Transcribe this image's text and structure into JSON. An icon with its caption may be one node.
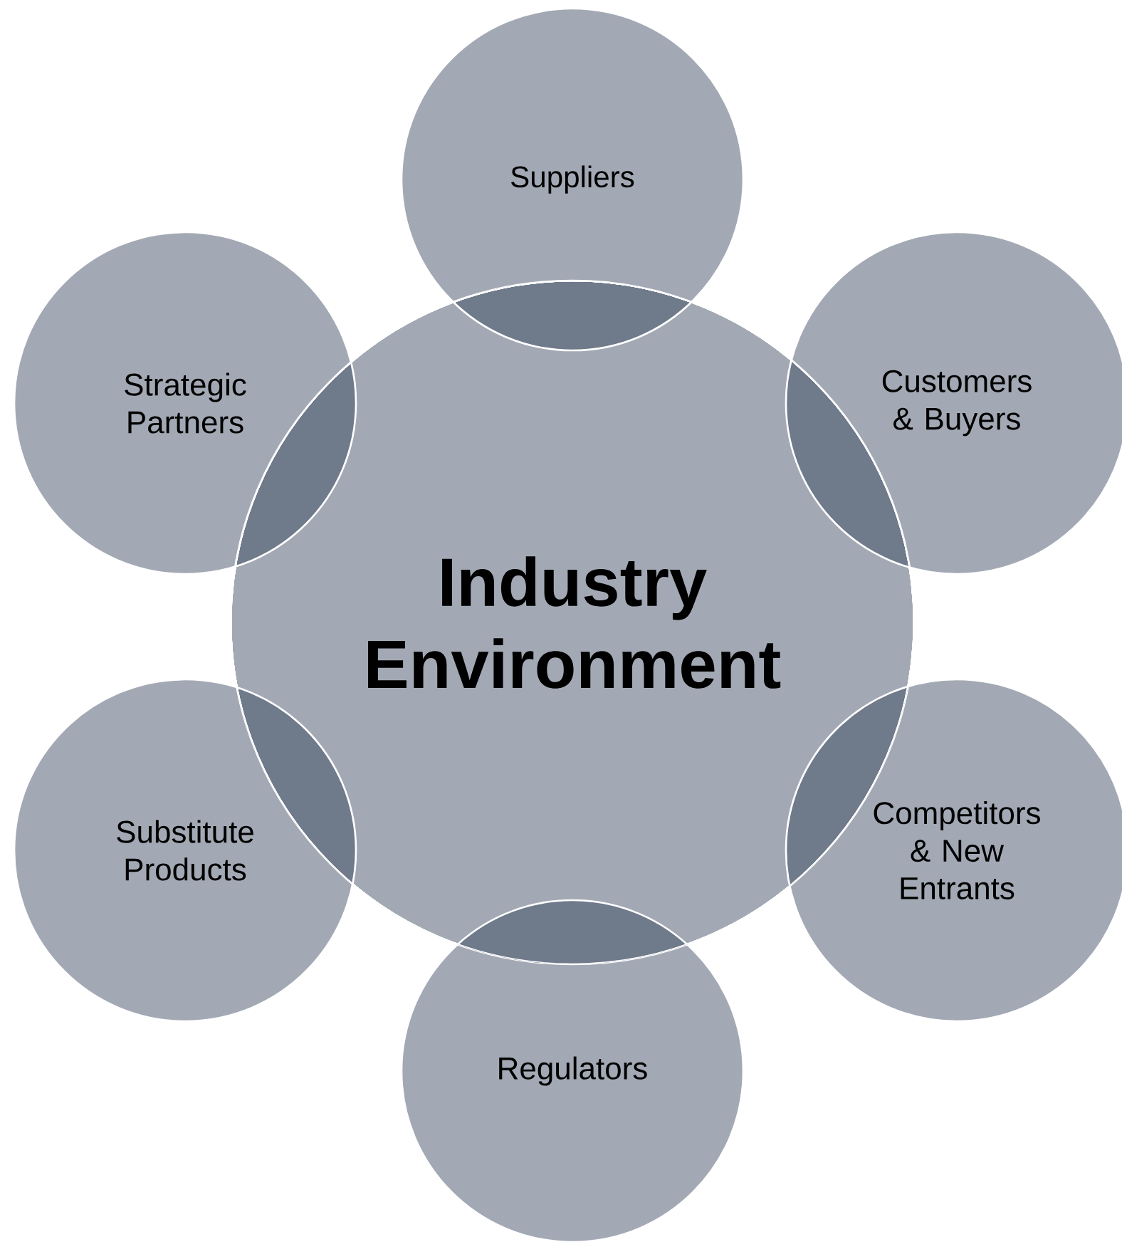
{
  "diagram": {
    "nodes": [
      {
        "text": [
          "Suppliers"
        ]
      },
      {
        "text": [
          "Strategic Partners"
        ]
      },
      {
        "text": [
          "Customers & Buyers"
        ]
      },
      {
        "text": [
          "Industry Environment"
        ]
      },
      {
        "text": [
          "Substitute Products"
        ]
      },
      {
        "text": [
          "Competitors & New Entrants"
        ]
      },
      {
        "text": [
          "Regulators"
        ]
      }
    ]
  }
}
